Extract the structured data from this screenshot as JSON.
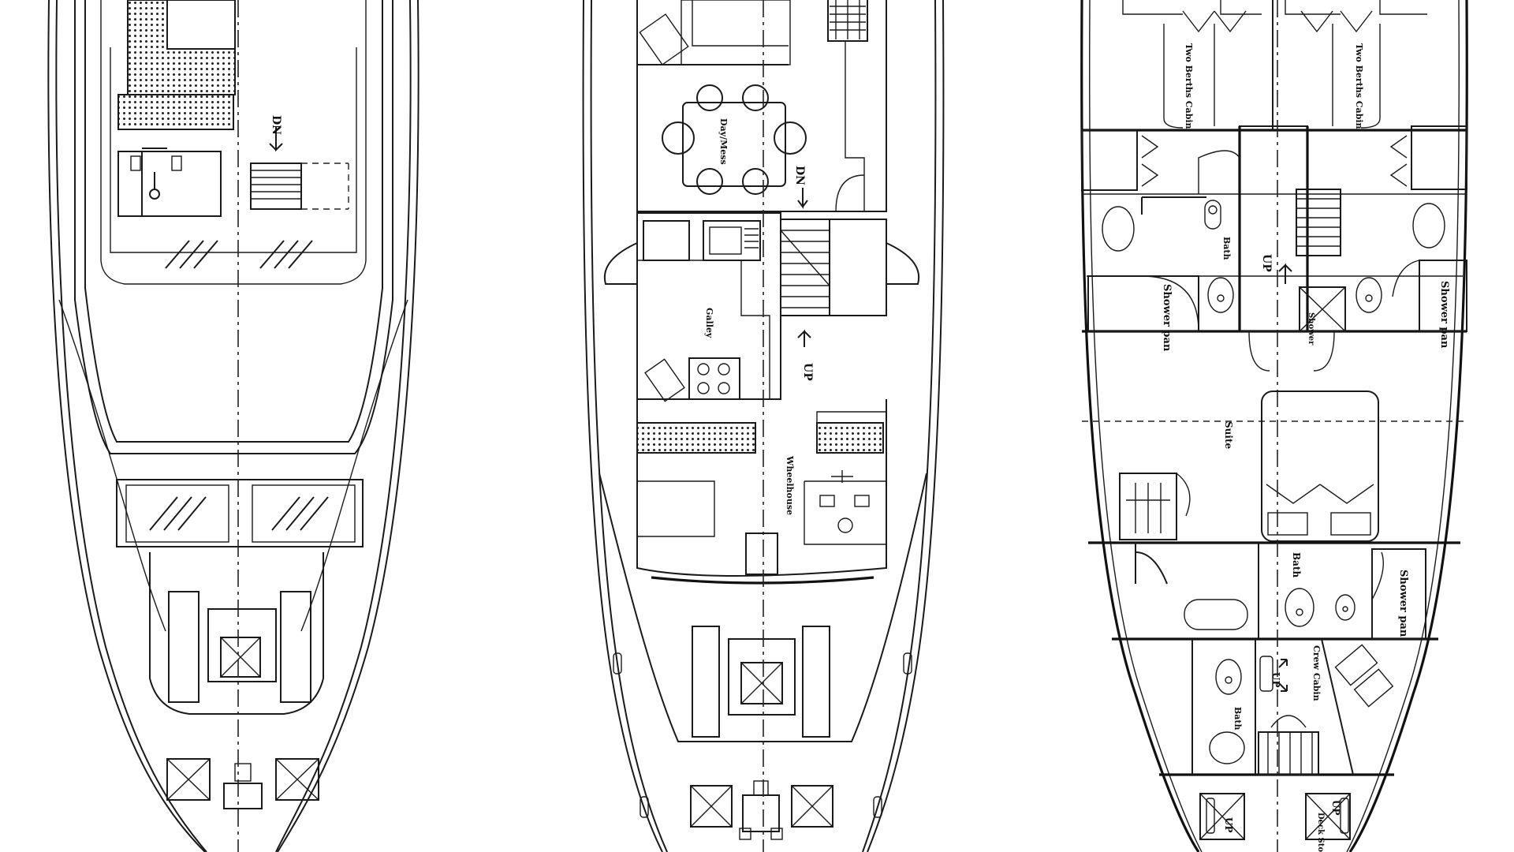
{
  "deck_plan": {
    "bridge_deck": {
      "stair_label": "DN"
    },
    "main_deck": {
      "dining_label": "Day/Mess",
      "stair_down_label": "DN",
      "galley_label": "Galley",
      "stair_up_label": "UP",
      "wheelhouse_label": "Wheelhouse"
    },
    "lower_deck": {
      "cabin_port_label": "Two Berths Cabin",
      "cabin_stbd_label": "Two Berths Cabin",
      "bath_upper_label": "Bath",
      "stair_up_label": "UP",
      "shower_port_label": "Shower pan",
      "shower_stbd_label": "Shower pan",
      "shower_center_label": "Shower",
      "suite_label": "Suite",
      "suite_bath_label": "Bath",
      "suite_shower_label": "Shower pan",
      "crew_cabin_label": "Crew Cabin",
      "crew_up_label": "UP",
      "crew_bath_label": "Bath",
      "fwd_up_port_label": "UP",
      "fwd_up_stbd_label": "UP",
      "deck_store_label": "Deck Store"
    }
  }
}
